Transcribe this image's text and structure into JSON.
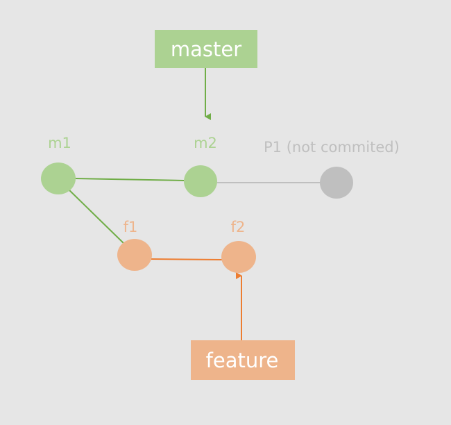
{
  "colors": {
    "background": "#e6e6e6",
    "master_green": "#acd292",
    "master_line": "#70ad47",
    "feature_orange": "#eeb48b",
    "feature_line": "#ed7d31",
    "uncommitted_gray": "#bfbfbf",
    "uncommitted_line": "#bfbfbf"
  },
  "branches": {
    "master": {
      "label": "master"
    },
    "feature": {
      "label": "feature"
    }
  },
  "commits": {
    "m1": {
      "label": "m1"
    },
    "m2": {
      "label": "m2"
    },
    "f1": {
      "label": "f1"
    },
    "f2": {
      "label": "f2"
    },
    "p1": {
      "label": "P1 (not commited)"
    }
  }
}
